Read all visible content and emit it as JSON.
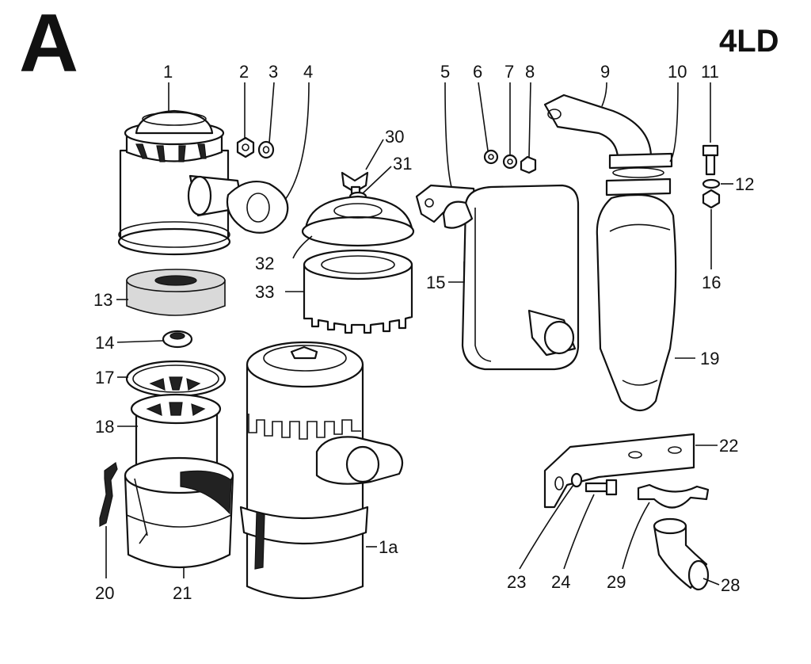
{
  "sheet": {
    "letter": "A",
    "model": "4LD"
  },
  "callouts": {
    "c1": "1",
    "c2": "2",
    "c3": "3",
    "c4": "4",
    "c5": "5",
    "c6": "6",
    "c7": "7",
    "c8": "8",
    "c9": "9",
    "c10": "10",
    "c11": "11",
    "c12": "12",
    "c13": "13",
    "c14": "14",
    "c15": "15",
    "c16": "16",
    "c17": "17",
    "c18": "18",
    "c19": "19",
    "c20": "20",
    "c21": "21",
    "c22": "22",
    "c23": "23",
    "c24": "24",
    "c28": "28",
    "c29": "29",
    "c30": "30",
    "c31": "31",
    "c32": "32",
    "c33": "33",
    "c1a": "1a"
  }
}
